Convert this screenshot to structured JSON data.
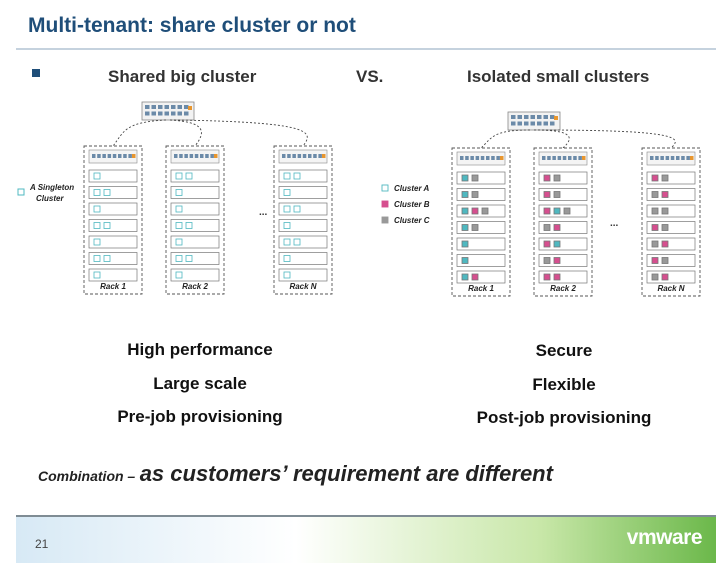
{
  "slide": {
    "title": "Multi-tenant: share cluster or not",
    "left_heading": "Shared big cluster",
    "vs": "VS.",
    "right_heading": "Isolated small clusters",
    "page_number": "21",
    "logo": "vmware"
  },
  "left_diagram": {
    "legend": "A Singleton Cluster",
    "racks": [
      "Rack 1",
      "Rack 2",
      "Rack N"
    ],
    "ellipsis": "..."
  },
  "right_diagram": {
    "legend": [
      {
        "label": "Cluster A",
        "color": "#4fb8c0"
      },
      {
        "label": "Cluster B",
        "color": "#d64f8f"
      },
      {
        "label": "Cluster C",
        "color": "#999999"
      }
    ],
    "racks": [
      "Rack 1",
      "Rack 2",
      "Rack N"
    ],
    "ellipsis": "..."
  },
  "left_points": [
    "High performance",
    "Large scale",
    "Pre-job provisioning"
  ],
  "right_points": [
    "Secure",
    "Flexible",
    "Post-job provisioning"
  ],
  "conclusion": {
    "lead": "Combination –",
    "text": "as customers’ requirement are different"
  },
  "colors": {
    "title": "#1f4e79",
    "cluster_a": "#4fb8c0",
    "cluster_b": "#d64f8f",
    "cluster_c": "#999999",
    "switch_accent": "#e8962e"
  }
}
